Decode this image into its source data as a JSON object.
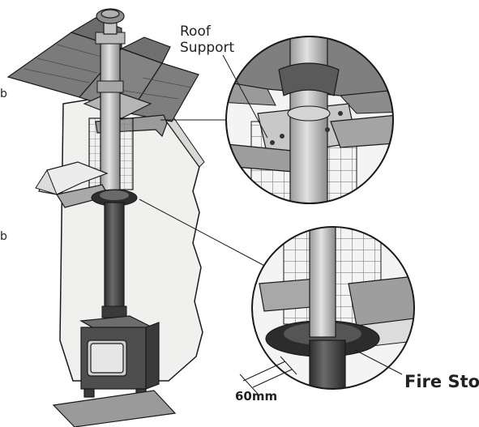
{
  "labels": {
    "roof_support_line1": "Roof",
    "roof_support_line2": "Support",
    "fire_stop": "Fire Stop",
    "dimension": "60mm",
    "edge_char_top": "b",
    "edge_char_mid": "b"
  },
  "colors": {
    "outline": "#1a1a1a",
    "roof_tiles": "#7a7a7a",
    "roof_dark": "#5e5e5e",
    "wall": "#efefed",
    "pipe_light": "#c9c9c9",
    "pipe_dark": "#3e3e3e",
    "stove": "#555555",
    "mesh": "#8a8a8a"
  }
}
